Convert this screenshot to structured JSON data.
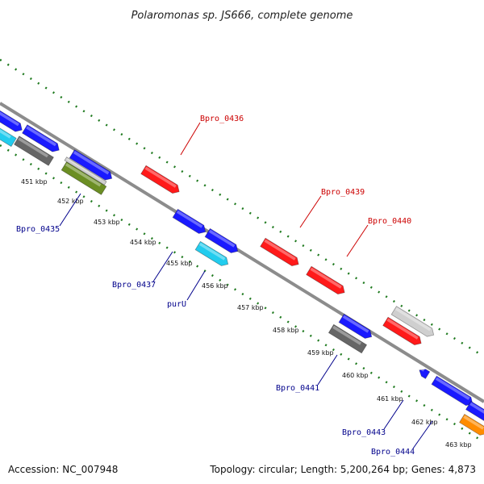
{
  "title": "Polaromonas sp. JS666, complete genome",
  "footer": {
    "accession": "Accession: NC_007948",
    "summary": "Topology: circular; Length: 5,200,264 bp; Genes: 4,873"
  },
  "colors": {
    "backbone": "#8c8c8c",
    "tick_dots": "#1f7a1f",
    "forward_label": "#cc0000",
    "reverse_label": "#00008b",
    "red": "#ff1a1a",
    "blue": "#1a1aff",
    "cyan": "#22ccee",
    "gray": "#666666",
    "lightgray": "#cfcfcf",
    "olive": "#6b8e23",
    "orange": "#ff8c00"
  },
  "scale": {
    "ticks": [
      "451 kbp",
      "452 kbp",
      "453 kbp",
      "454 kbp",
      "455 kbp",
      "456 kbp",
      "457 kbp",
      "458 kbp",
      "459 kbp",
      "460 kbp",
      "461 kbp",
      "462 kbp",
      "463 kbp"
    ]
  },
  "genes": [
    {
      "name": "Bpro_0436",
      "strand": "forward",
      "color": "red",
      "labeled": true
    },
    {
      "name": "Bpro_0439",
      "strand": "forward",
      "color": "red",
      "labeled": true
    },
    {
      "name": "Bpro_0440",
      "strand": "forward",
      "color": "red",
      "labeled": true
    },
    {
      "name": "Bpro_0435",
      "strand": "reverse",
      "color": "blue",
      "labeled": true
    },
    {
      "name": "Bpro_0437",
      "strand": "reverse",
      "color": "blue",
      "labeled": true
    },
    {
      "name": "purU",
      "strand": "reverse",
      "color": "cyan",
      "labeled": true
    },
    {
      "name": "Bpro_0441",
      "strand": "reverse",
      "color": "blue",
      "labeled": true
    },
    {
      "name": "Bpro_0443",
      "strand": "reverse",
      "color": "blue",
      "labeled": true
    },
    {
      "name": "Bpro_0444",
      "strand": "reverse",
      "color": "orange",
      "labeled": true
    }
  ]
}
